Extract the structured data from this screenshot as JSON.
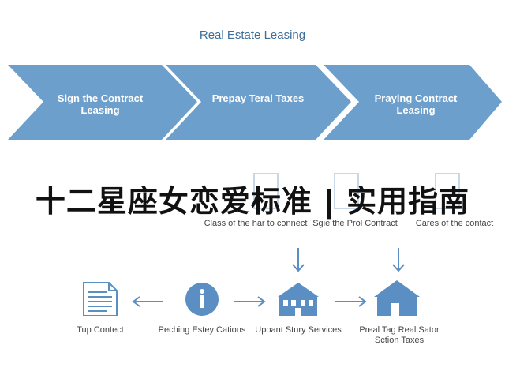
{
  "header": {
    "title": "Real Estate Leasing"
  },
  "chevrons": [
    {
      "label": "Sign the Contract Leasing"
    },
    {
      "label": "Prepay Teral Taxes"
    },
    {
      "label": "Praying Contract Leasing"
    }
  ],
  "overlay": {
    "text": "十二星座女恋爱标准 | 实用指南"
  },
  "top_labels": [
    {
      "label": "Class of the har to connect"
    },
    {
      "label": "Sgie the Prol Contract"
    },
    {
      "label": "Cares of the contact"
    }
  ],
  "flow_nodes": [
    {
      "label": "Tup Contect",
      "icon": "document-icon"
    },
    {
      "label": "Peching Estey Cations",
      "icon": "info-icon"
    },
    {
      "label": "Upoant Stury Services",
      "icon": "building-icon"
    },
    {
      "label": "Preal Tag Real Sator Sction Taxes",
      "icon": "house-icon"
    }
  ],
  "colors": {
    "chevron": "#6d9fcc",
    "icon_blue": "#5b8fc4",
    "arrow": "#5b8fc4",
    "title": "#3d6f9a"
  }
}
